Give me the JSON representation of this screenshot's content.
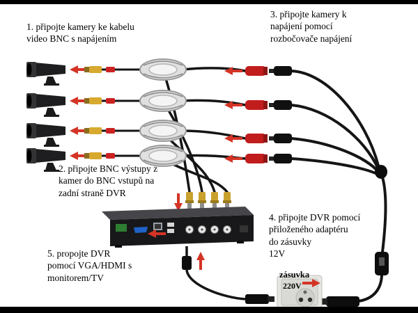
{
  "instructions": {
    "step1": "1. připojte kamery ke kabelu\nvideo BNC s napájením",
    "step2": "2. připojte BNC výstupy z\nkamer do BNC vstupů na\nzadní straně DVR",
    "step3": "3. připojte kamery k\nnapájení pomocí\nrozbočovače napájení",
    "step4": "4. připojte DVR pomocí\npřiloženého adaptéru\ndo zásuvky\n12V",
    "step5": "5. propojte DVR\npomocí VGA/HDMI s\nmonitorem/TV"
  },
  "outlet": {
    "name": "zásuvka",
    "voltage": "220V"
  },
  "colors": {
    "arrow_red": "#d43425",
    "bnc_yellow": "#d8a92f",
    "power_red": "#c21d1d",
    "cable_black": "#151515"
  }
}
